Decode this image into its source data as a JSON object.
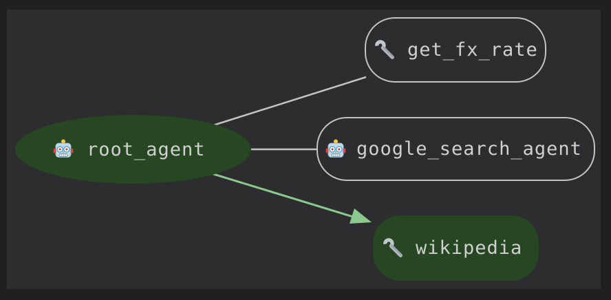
{
  "canvas": {
    "frame_background": "#202022",
    "background": "#2d2d30"
  },
  "graph": {
    "nodes": [
      {
        "id": "root_agent",
        "label": "root_agent",
        "type": "agent",
        "icon": "robot-icon",
        "shape": "ellipse",
        "fill": "#264722",
        "text_color": "#d0d0d0"
      },
      {
        "id": "get_fx_rate",
        "label": "get_fx_rate",
        "type": "tool",
        "icon": "wrench-icon",
        "shape": "rounded-rect",
        "border_color": "#c4c4c6",
        "text_color": "#d0d0d0"
      },
      {
        "id": "google_search_agent",
        "label": "google_search_agent",
        "type": "agent",
        "icon": "robot-icon",
        "shape": "rounded-rect",
        "border_color": "#c4c4c6",
        "text_color": "#d0d0d0"
      },
      {
        "id": "wikipedia",
        "label": "wikipedia",
        "type": "tool",
        "icon": "wrench-icon",
        "shape": "rounded-rect",
        "fill": "#264722",
        "highlighted": true,
        "text_color": "#d0d0d0"
      }
    ],
    "edges": [
      {
        "from": "root_agent",
        "to": "get_fx_rate",
        "color": "#c4c4c6",
        "arrowhead": false
      },
      {
        "from": "root_agent",
        "to": "google_search_agent",
        "color": "#c4c4c6",
        "arrowhead": false
      },
      {
        "from": "root_agent",
        "to": "wikipedia",
        "color": "#8bc98e",
        "arrowhead": true,
        "highlighted": true
      }
    ]
  }
}
